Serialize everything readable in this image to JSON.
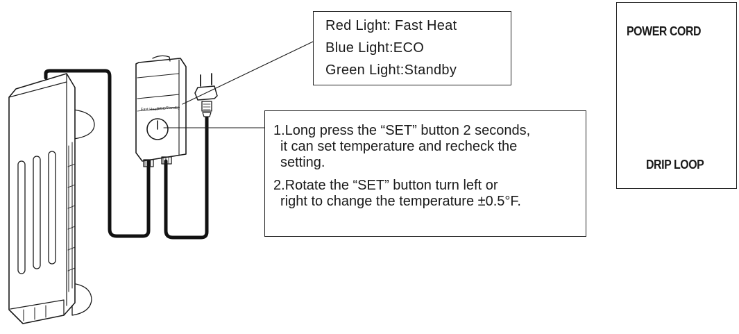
{
  "lights": {
    "red": "Red Light: Fast Heat",
    "blue": "Blue Light:ECO",
    "green": "Green Light:Standby"
  },
  "instructions": {
    "step1_line1": "1.Long press the “SET” button 2 seconds,",
    "step1_line2": "it can set temperature and recheck the",
    "step1_line3": "setting.",
    "step2_line1": "2.Rotate the “SET” button turn left or",
    "step2_line2": "right to change the temperature ±0.5°F."
  },
  "controller_labels": {
    "fast_heat": "Fast Heat",
    "eco": "ECO",
    "standby": "Standby"
  },
  "inset": {
    "power_cord": "POWER CORD",
    "drip_loop": "DRIP LOOP"
  }
}
